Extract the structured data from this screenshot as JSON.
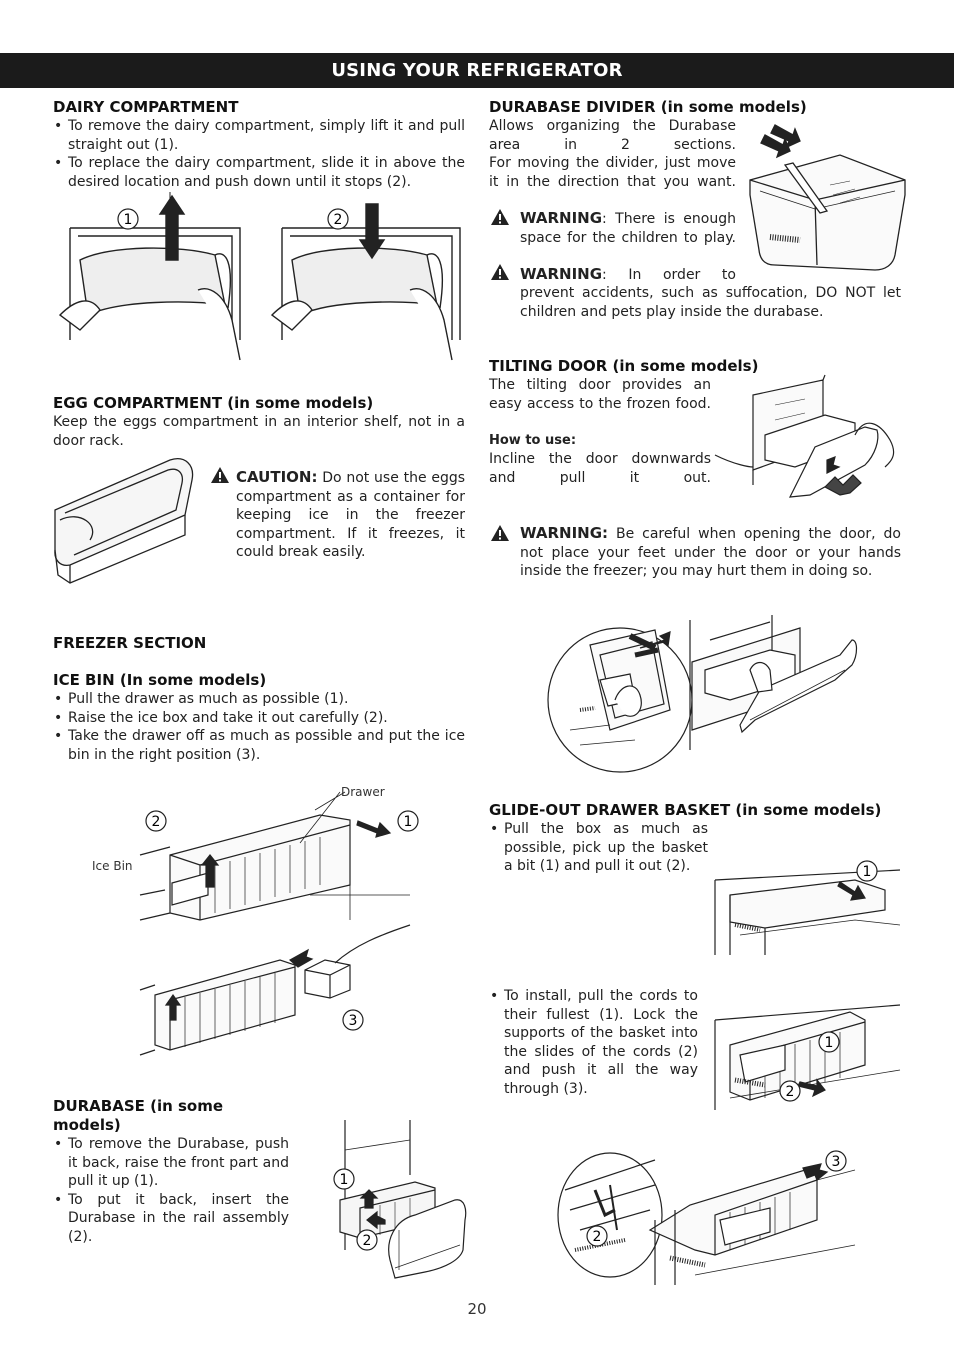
{
  "header": {
    "title": "USING YOUR REFRIGERATOR"
  },
  "dairy": {
    "heading": "DAIRY COMPARTMENT",
    "bullets": [
      "To remove the dairy compartment, simply lift it and pull straight out (1).",
      "To replace the dairy compartment, slide it in above the desired location and push down until it stops (2)."
    ],
    "step_labels": [
      "1",
      "2"
    ]
  },
  "egg": {
    "heading": "EGG COMPARTMENT (in some models)",
    "text": "Keep the eggs compartment in an interior shelf, not in a door rack.",
    "caution_label": "CAUTION:",
    "caution_text": "Do not use the eggs compartment as a container for keeping ice in the freezer compartment. If it freezes, it could break easily."
  },
  "durabase_divider": {
    "heading": "DURABASE DIVIDER (in some models)",
    "text1": "Allows organizing the Durabase area in 2 sections.",
    "text2": "For moving the divider, just move it in the direction that you want.",
    "warning1_label": "WARNING",
    "warning1_text": ": There is enough space for the children to play.",
    "warning2_label": "WARNING",
    "warning2_text_a": ": In order to",
    "warning2_text_b": "prevent accidents, such as suffocation, DO NOT let children and pets play inside the durabase."
  },
  "tilting": {
    "heading": "TILTING DOOR (in some models)",
    "text": "The tilting door provides an easy access to the frozen food.",
    "howto_label": "How to use:",
    "howto_text": "Incline the door downwards and pull it out.",
    "warning_label": "WARNING:",
    "warning_text": "Be careful when opening the door, do not place your feet under the door or your hands inside the freezer; you may hurt them in doing so."
  },
  "freezer": {
    "heading": "FREEZER SECTION",
    "icebin_heading": "ICE BIN (In some models)",
    "bullets": [
      "Pull the drawer as much as possible (1).",
      "Raise the ice box and take it out carefully (2).",
      "Take the drawer off as much as possible and put the ice bin in the right position (3)."
    ],
    "label_drawer": "Drawer",
    "label_icebin": "Ice Bin",
    "step_labels": [
      "1",
      "2",
      "3"
    ]
  },
  "durabase": {
    "heading": "DURABASE (in some models)",
    "bullets": [
      "To remove the Durabase, push it back, raise the front part and pull it up (1).",
      "To put it back, insert the Durabase in the rail assembly (2)."
    ],
    "step_labels": [
      "1",
      "2"
    ]
  },
  "glide": {
    "heading": "GLIDE-OUT DRAWER BASKET (in some models)",
    "bullet1": "Pull the box as much as possible, pick up the basket a bit (1) and pull it out (2).",
    "bullet2": "To install, pull the cords to their fullest (1). Lock the supports of the basket into the slides of the cords (2) and push it all the way through (3).",
    "step_labels": [
      "1",
      "2",
      "3"
    ]
  },
  "page": {
    "number": "20"
  }
}
